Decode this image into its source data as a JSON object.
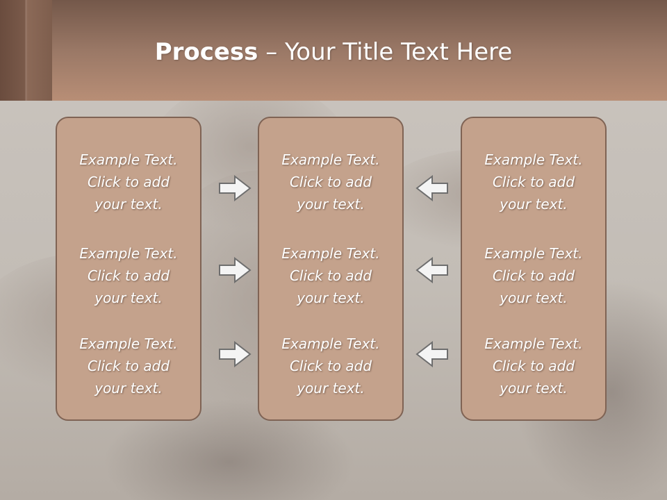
{
  "title": {
    "bold": "Process",
    "rest": " – Your Title Text Here"
  },
  "boxes": [
    {
      "items": [
        {
          "line1": "Example Text.",
          "line2": "Click  to add",
          "line3": "your text."
        },
        {
          "line1": "Example Text.",
          "line2": "Click  to add",
          "line3": "your text."
        },
        {
          "line1": "Example Text.",
          "line2": "Click  to add",
          "line3": "your text."
        }
      ]
    },
    {
      "items": [
        {
          "line1": "Example Text.",
          "line2": "Click  to add",
          "line3": "your text."
        },
        {
          "line1": "Example Text.",
          "line2": "Click  to add",
          "line3": "your text."
        },
        {
          "line1": "Example Text.",
          "line2": "Click  to add",
          "line3": "your text."
        }
      ]
    },
    {
      "items": [
        {
          "line1": "Example Text.",
          "line2": "Click  to add",
          "line3": "your text."
        },
        {
          "line1": "Example Text.",
          "line2": "Click  to add",
          "line3": "your text."
        },
        {
          "line1": "Example Text.",
          "line2": "Click  to add",
          "line3": "your text."
        }
      ]
    }
  ],
  "arrows": {
    "left_column": "right-arrow-icon",
    "right_column": "left-arrow-icon"
  },
  "colors": {
    "box_fill": "#c4a28c",
    "box_border": "#7f6354",
    "header": "#a07e6b",
    "arrow_fill": "#f4f4f4",
    "arrow_stroke": "#6e6e6e"
  }
}
